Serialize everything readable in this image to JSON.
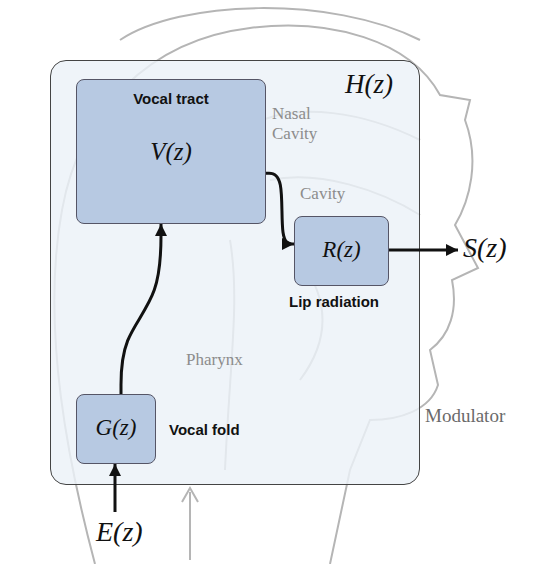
{
  "diagram": {
    "nodes": [
      {
        "text": [
          "H(z)"
        ]
      },
      {
        "text": [
          "Vocal tract",
          "V(z)"
        ],
        "in": 0
      },
      {
        "text": [
          "R(z)",
          "Lip radiation"
        ],
        "in": 0
      },
      {
        "text": [
          "G(z)",
          "Vocal fold"
        ],
        "in": 0
      }
    ],
    "edges": [
      {
        "from": 3,
        "to": 1,
        "arrow": "to"
      },
      {
        "from": 1,
        "to": 2,
        "arrow": "to"
      }
    ],
    "labels": [
      "Nasal Cavity",
      "Cavity",
      "S(z)",
      "Pharynx",
      "Modulator",
      "E(z)"
    ]
  }
}
